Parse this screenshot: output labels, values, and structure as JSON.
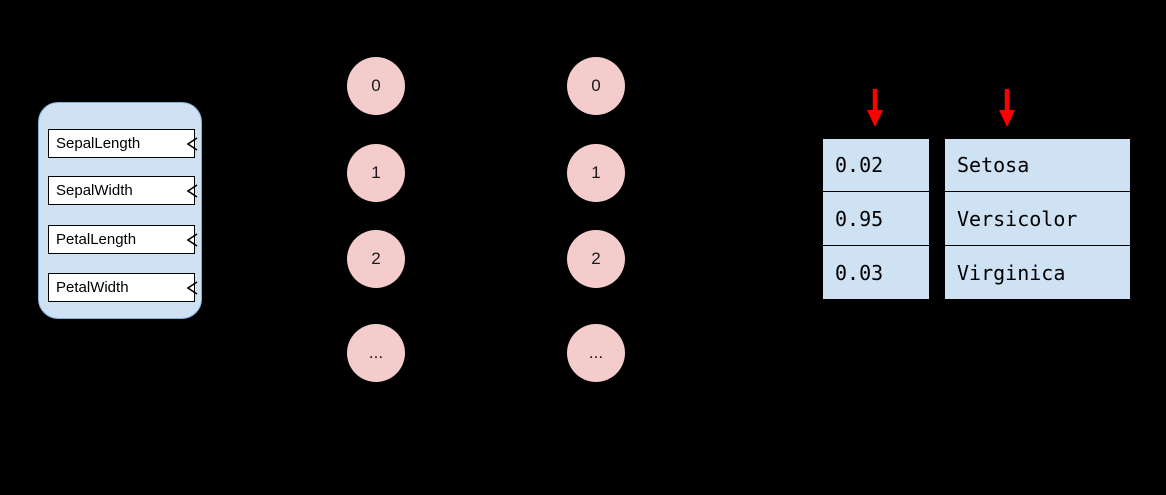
{
  "diagram": {
    "input_panel": {
      "features": [
        "SepalLength",
        "SepalWidth",
        "PetalLength",
        "PetalWidth"
      ]
    },
    "hidden_layer_1": {
      "nodes": [
        "0",
        "1",
        "2",
        "..."
      ]
    },
    "hidden_layer_2": {
      "nodes": [
        "0",
        "1",
        "2",
        "..."
      ]
    },
    "probability_table": {
      "rows": [
        "0.02",
        "0.95",
        "0.03"
      ]
    },
    "label_table": {
      "rows": [
        "Setosa",
        "Versicolor",
        "Virginica"
      ]
    },
    "colors": {
      "background": "#000000",
      "panel_fill": "#cfe2f3",
      "feature_box_fill": "#ffffff",
      "node_fill": "#f4cccc",
      "cell_fill": "#cfe2f3",
      "border_black": "#000000",
      "arrow_red": "#ff0000"
    }
  }
}
